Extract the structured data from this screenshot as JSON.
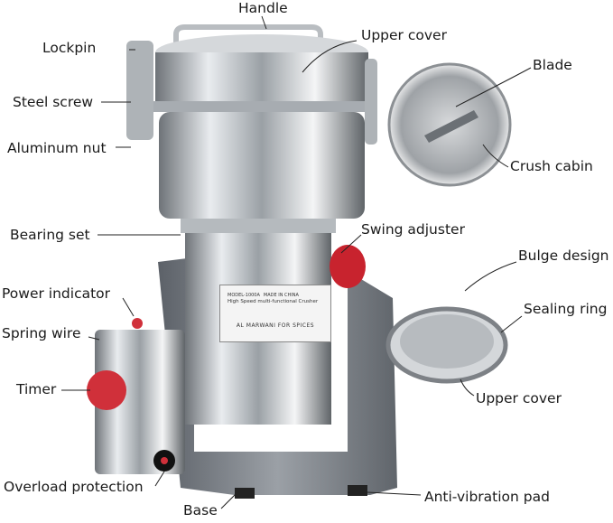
{
  "labels": {
    "handle": "Handle",
    "lockpin": "Lockpin",
    "steel_screw": "Steel screw",
    "aluminum_nut": "Aluminum nut",
    "upper_cover": "Upper cover",
    "blade": "Blade",
    "crush_cabin": "Crush cabin",
    "bearing_set": "Bearing set",
    "swing_adjuster": "Swing adjuster",
    "bulge_design": "Bulge design",
    "sealing_ring": "Sealing ring",
    "power_indicator": "Power indicator",
    "spring_wire": "Spring wire",
    "timer": "Timer",
    "upper_cover_detail": "Upper cover",
    "overload_protection": "Overload protection",
    "base": "Base",
    "anti_vibration_pad": "Anti-vibration pad"
  },
  "nameplate": {
    "model": "MODEL-1000A",
    "origin": "MADE IN CHINA",
    "subtitle": "High Speed multi-functional Crusher",
    "brand": "AL MARWANI FOR SPICES"
  },
  "colors": {
    "accent_red": "#d0303a",
    "steel": "#c8ccd0",
    "base_gray": "#7d8289"
  }
}
